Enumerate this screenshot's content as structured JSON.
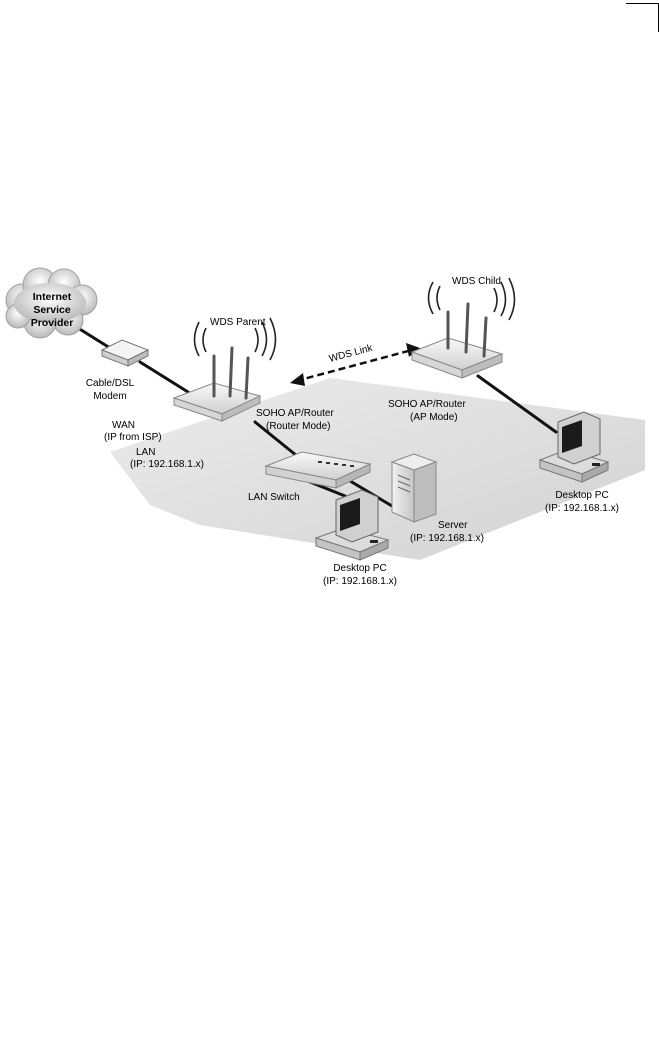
{
  "cloud": {
    "line1": "Internet",
    "line2": "Service",
    "line3": "Provider"
  },
  "modem": {
    "line1": "Cable/DSL",
    "line2": "Modem"
  },
  "wan": {
    "line1": "WAN",
    "line2": "(IP from ISP)"
  },
  "lan": {
    "line1": "LAN",
    "line2": "(IP: 192.168.1.x)"
  },
  "wds_parent": "WDS Parent",
  "wds_child": "WDS Child",
  "wds_link": "WDS Link",
  "router_parent": {
    "line1": "SOHO AP/Router",
    "line2": "(Router Mode)"
  },
  "router_child": {
    "line1": "SOHO AP/Router",
    "line2": "(AP Mode)"
  },
  "lan_switch": "LAN Switch",
  "server": {
    "line1": "Server",
    "line2": "(IP: 192.168.1.x)"
  },
  "desktop_center": {
    "line1": "Desktop PC",
    "line2": "(IP: 192.168.1.x)"
  },
  "desktop_right": {
    "line1": "Desktop PC",
    "line2": "(IP: 192.168.1.x)"
  }
}
